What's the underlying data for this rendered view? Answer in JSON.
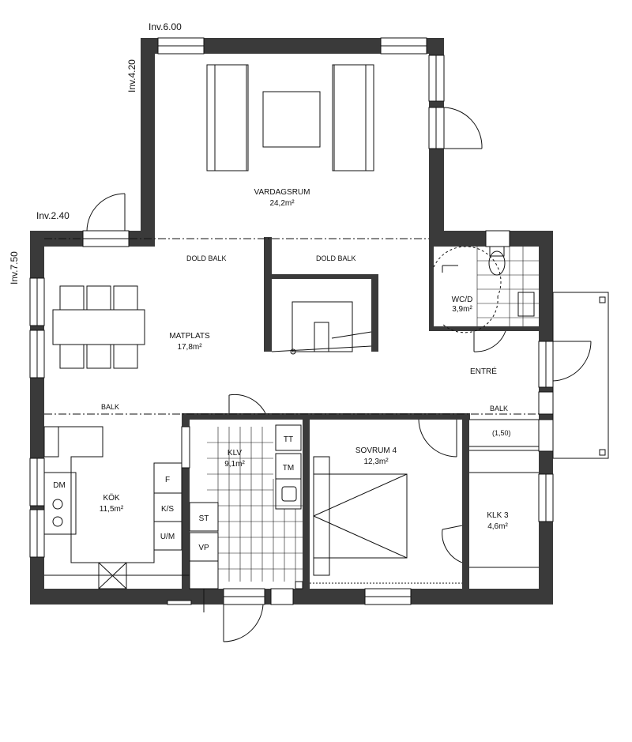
{
  "elevations": {
    "inv_600": "Inv.6.00",
    "inv_420": "Inv.4.20",
    "inv_240": "Inv.2.40",
    "inv_750": "Inv.7.50"
  },
  "rooms": {
    "vardagsrum": {
      "name": "VARDAGSRUM",
      "area": "24,2m²"
    },
    "matplats": {
      "name": "MATPLATS",
      "area": "17,8m²"
    },
    "wc": {
      "name": "WC/D",
      "area": "3,9m²"
    },
    "entre": {
      "name": "ENTRÉ"
    },
    "kok": {
      "name": "KÖK",
      "area": "11,5m²"
    },
    "klv": {
      "name": "KLV",
      "area": "9,1m²"
    },
    "sovrum": {
      "name": "SOVRUM 4",
      "area": "12,3m²"
    },
    "klk": {
      "name": "KLK 3",
      "area": "4,6m²"
    }
  },
  "beams": {
    "dold_balk_1": "DOLD BALK",
    "dold_balk_2": "DOLD BALK",
    "balk_left": "BALK",
    "balk_right": "BALK",
    "dim_150": "(1,50)"
  },
  "fixtures": {
    "dm": "DM",
    "f": "F",
    "ks": "K/S",
    "um": "U/M",
    "tt": "TT",
    "tm": "TM",
    "st": "ST",
    "vp": "VP"
  },
  "colors": {
    "wall": "#3a3a3a",
    "line": "#111111",
    "background": "#ffffff"
  }
}
